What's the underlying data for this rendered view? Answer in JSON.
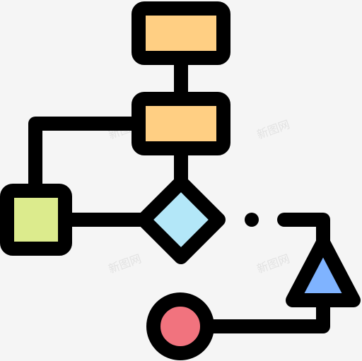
{
  "icon": {
    "name": "flowchart-icon",
    "stroke_color": "#000000",
    "background": "#f5f5f5"
  },
  "shapes": {
    "top_box": {
      "name": "process-box-top",
      "fill": "#FFCF83"
    },
    "middle_box": {
      "name": "process-box-middle",
      "fill": "#FFCF83"
    },
    "left_square": {
      "name": "process-square-left",
      "fill": "#DCEB8D"
    },
    "diamond": {
      "name": "decision-diamond",
      "fill": "#B3E7F8"
    },
    "triangle": {
      "name": "terminal-triangle",
      "fill": "#7FB3FF"
    },
    "circle": {
      "name": "terminal-circle",
      "fill": "#F1737E"
    }
  },
  "watermark": {
    "text": "新图网"
  }
}
